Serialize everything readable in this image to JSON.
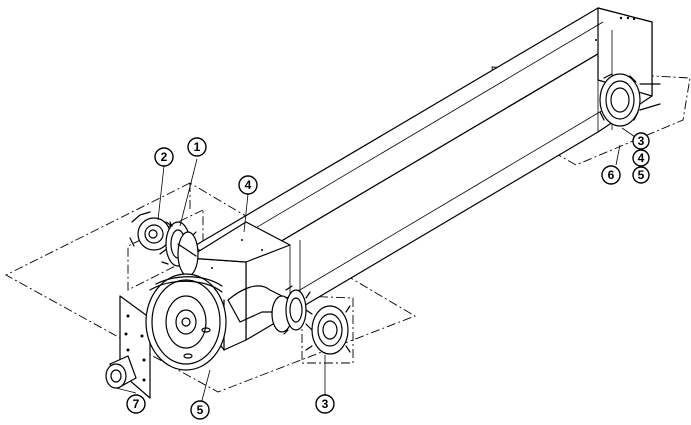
{
  "callouts": [
    {
      "id": "c1",
      "label": "1"
    },
    {
      "id": "c2",
      "label": "2"
    },
    {
      "id": "c3a",
      "label": "3"
    },
    {
      "id": "c3b",
      "label": "3"
    },
    {
      "id": "c4a",
      "label": "4"
    },
    {
      "id": "c4b",
      "label": "4"
    },
    {
      "id": "c5a",
      "label": "5"
    },
    {
      "id": "c5b",
      "label": "5"
    },
    {
      "id": "c6",
      "label": "6"
    },
    {
      "id": "c7",
      "label": "7"
    }
  ]
}
